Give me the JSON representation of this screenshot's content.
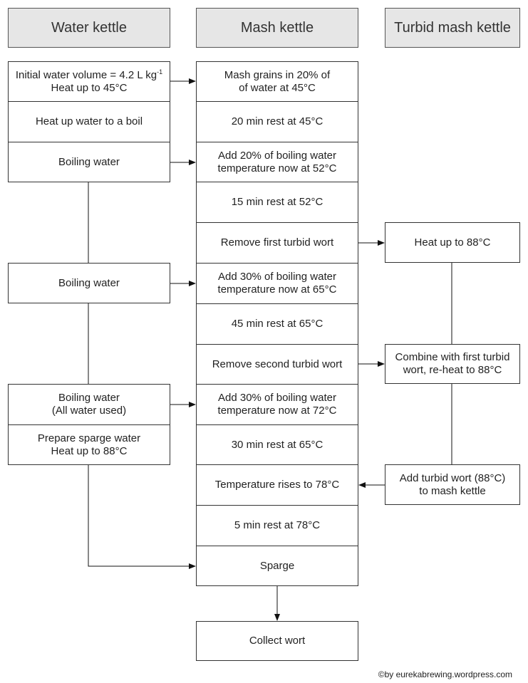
{
  "headers": {
    "water": "Water kettle",
    "mash": "Mash kettle",
    "turbid": "Turbid mash kettle"
  },
  "water_steps": [
    {
      "line1": "Initial water volume = 4.2 L kg",
      "sup": "-1",
      "line2": "Heat up to 45°C"
    },
    {
      "line1": "Heat up water to a boil"
    },
    {
      "line1": "Boiling water"
    },
    {
      "line1": "Boiling water"
    },
    {
      "line1": "Boiling water",
      "line2": "(All water used)"
    },
    {
      "line1": "Prepare sparge water",
      "line2": "Heat up to 88°C"
    }
  ],
  "mash_steps": [
    {
      "line1": "Mash grains in 20% of",
      "line2": "of water at 45°C"
    },
    {
      "line1": "20 min rest at 45°C"
    },
    {
      "line1": "Add 20% of boiling water",
      "line2": "temperature now at 52°C"
    },
    {
      "line1": "15 min rest at 52°C"
    },
    {
      "line1": "Remove first turbid wort"
    },
    {
      "line1": "Add 30% of boiling water",
      "line2": "temperature now at 65°C"
    },
    {
      "line1": "45 min rest at 65°C"
    },
    {
      "line1": "Remove second turbid wort"
    },
    {
      "line1": "Add 30% of boiling water",
      "line2": "temperature now at 72°C"
    },
    {
      "line1": "30 min rest at 65°C"
    },
    {
      "line1": "Temperature rises to 78°C"
    },
    {
      "line1": "5 min rest at 78°C"
    },
    {
      "line1": "Sparge"
    },
    {
      "line1": "Collect wort"
    }
  ],
  "turbid_steps": [
    {
      "line1": "Heat up to 88°C"
    },
    {
      "line1": "Combine with first turbid",
      "line2": "wort, re-heat to 88°C"
    },
    {
      "line1": "Add turbid wort (88°C)",
      "line2": "to mash kettle"
    }
  ],
  "credit": "©by eurekabrewing.wordpress.com"
}
